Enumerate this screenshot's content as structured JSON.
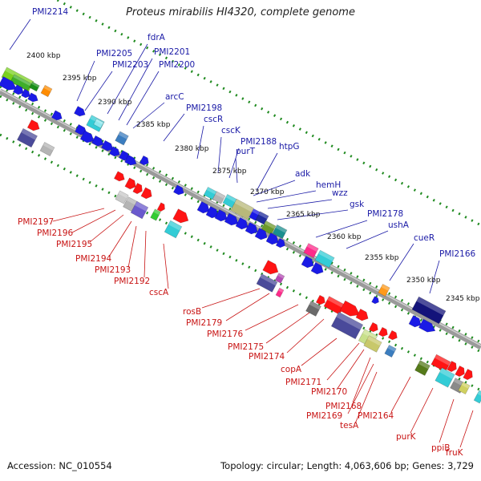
{
  "title": "Proteus mirabilis HI4320, complete genome",
  "footer": {
    "accession": "Accession: NC_010554",
    "summary": "Topology: circular; Length: 4,063,606 bp; Genes: 3,729"
  },
  "colors": {
    "top_label": "#1a1aa6",
    "bottom_label": "#c81414",
    "backbone": "#888888",
    "dots": "#1f8a1f"
  },
  "kbp_marks": [
    "2400 kbp",
    "2395 kbp",
    "2390 kbp",
    "2385 kbp",
    "2380 kbp",
    "2375 kbp",
    "2370 kbp",
    "2365 kbp",
    "2360 kbp",
    "2355 kbp",
    "2350 kbp",
    "2345 kbp"
  ],
  "top_labels": [
    "PMI2214",
    "PMI2205",
    "fdrA",
    "PMI2203",
    "PMI2201",
    "PMI2200",
    "arcC",
    "PMI2198",
    "cscR",
    "cscK",
    "PMI2188",
    "purT",
    "htpG",
    "adk",
    "hemH",
    "wzz",
    "gsk",
    "PMI2178",
    "ushA",
    "cueR",
    "PMI2166"
  ],
  "bottom_labels": [
    "PMI2197",
    "PMI2196",
    "PMI2195",
    "PMI2194",
    "PMI2193",
    "PMI2192",
    "cscA",
    "rosB",
    "PMI2179",
    "PMI2176",
    "PMI2175",
    "PMI2174",
    "copA",
    "PMI2171",
    "PMI2170",
    "PMI2168",
    "PMI2169",
    "tesA",
    "PMI2164",
    "purK",
    "ppiB",
    "fruK"
  ]
}
